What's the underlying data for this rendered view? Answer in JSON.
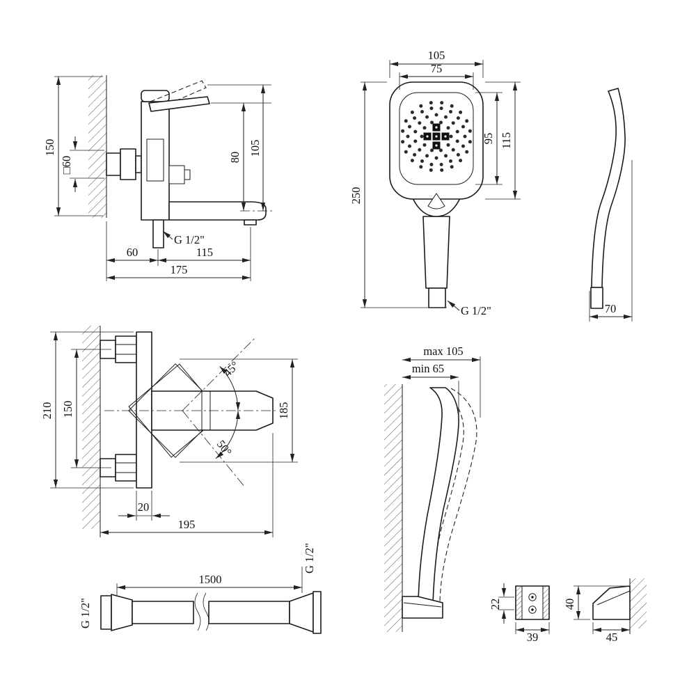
{
  "page": {
    "background": "#ffffff",
    "line_color": "#1a1a1a"
  },
  "views": {
    "mixer_side": {
      "dims": {
        "h150": "150",
        "sq60": "□60",
        "d80": "80",
        "d105": "105",
        "thread": "G 1/2\"",
        "d60": "60",
        "d115": "115",
        "d175": "175"
      }
    },
    "shower_front": {
      "dims": {
        "d105": "105",
        "d75": "75",
        "d95": "95",
        "d115": "115",
        "d250": "250",
        "thread": "G 1/2\""
      }
    },
    "shower_side": {
      "dims": {
        "d70": "70"
      }
    },
    "mixer_front": {
      "dims": {
        "d210": "210",
        "d150": "150",
        "a45": "45°",
        "a50": "50°",
        "d185": "185",
        "d20": "20",
        "d195": "195"
      }
    },
    "holder": {
      "dims": {
        "max": "max 105",
        "min": "min 65"
      }
    },
    "hose": {
      "dims": {
        "d1500": "1500",
        "thread_left": "G 1/2\"",
        "thread_right": "G 1/2\""
      }
    },
    "bracket_front": {
      "dims": {
        "d22": "22",
        "d39": "39"
      }
    },
    "bracket_side": {
      "dims": {
        "d40": "40",
        "d45": "45"
      }
    }
  }
}
